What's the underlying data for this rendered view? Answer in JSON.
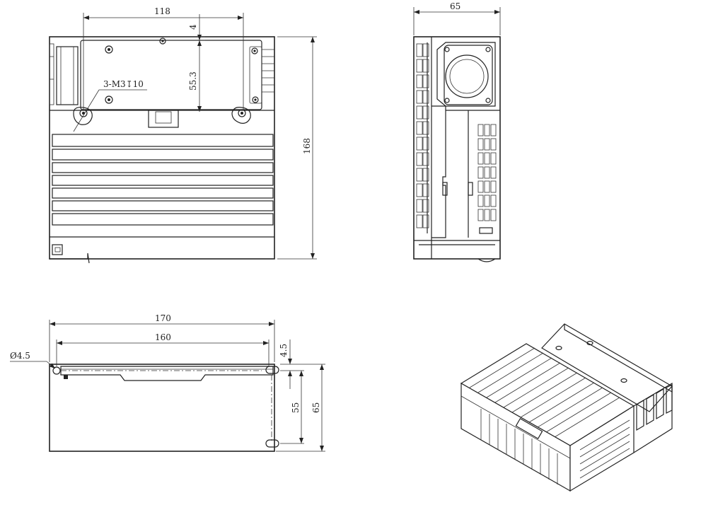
{
  "front_view": {
    "dim_width_118": "118",
    "dim_offset_4": "4",
    "dim_height_55_3": "55.3",
    "dim_height_168": "168",
    "hole_callout": "3-M3↧10"
  },
  "side_view": {
    "dim_depth_65": "65"
  },
  "bottom_view": {
    "dim_width_170": "170",
    "dim_width_160": "160",
    "dim_offset_4_5": "4.5",
    "dim_pitch_55": "55",
    "dim_depth_65": "65",
    "dim_hole_dia": "Ø4.5"
  },
  "icons": {
    "fan": "cooling-fan-icon",
    "mount_hole": "mounting-hole-icon"
  },
  "colors": {
    "line": "#222222",
    "background": "#ffffff"
  }
}
